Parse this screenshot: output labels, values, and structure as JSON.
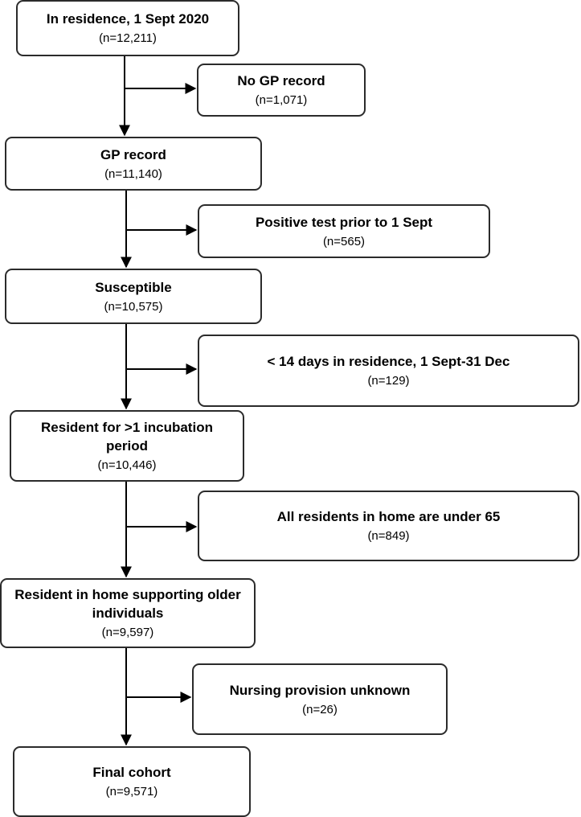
{
  "steps": [
    {
      "title": "In residence, 1 Sept 2020",
      "count": "(n=12,211)"
    },
    {
      "title": "GP record",
      "count": "(n=11,140)"
    },
    {
      "title": "Susceptible",
      "count": "(n=10,575)"
    },
    {
      "title": "Resident for >1 incubation period",
      "count": "(n=10,446)"
    },
    {
      "title": "Resident in home supporting older individuals",
      "count": "(n=9,597)"
    },
    {
      "title": "Final cohort",
      "count": "(n=9,571)"
    }
  ],
  "exclusions": [
    {
      "title": "No GP record",
      "count": "(n=1,071)"
    },
    {
      "title": "Positive test prior to 1 Sept",
      "count": "(n=565)"
    },
    {
      "title": "< 14 days in residence, 1 Sept-31 Dec",
      "count": "(n=129)"
    },
    {
      "title": "All residents in home are under 65",
      "count": "(n=849)"
    },
    {
      "title": "Nursing provision unknown",
      "count": "(n=26)"
    }
  ]
}
